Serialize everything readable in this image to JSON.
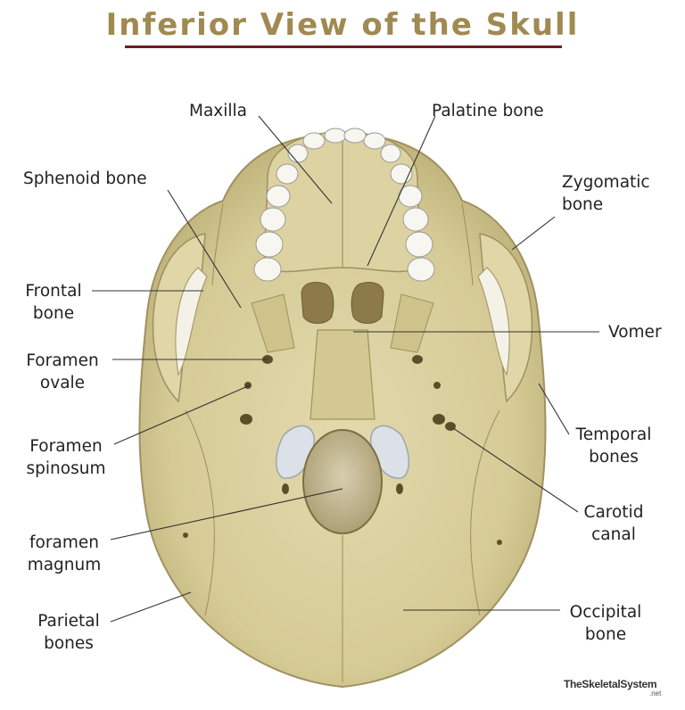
{
  "title": "Inferior View of the Skull",
  "labels": {
    "maxilla": "Maxilla",
    "palatine": "Palatine bone",
    "sphenoid": "Sphenoid bone",
    "zygomatic_1": "Zygomatic",
    "zygomatic_2": "bone",
    "frontal_1": "Frontal",
    "frontal_2": "bone",
    "vomer": "Vomer",
    "foramen_ovale_1": "Foramen",
    "foramen_ovale_2": "ovale",
    "temporal_1": "Temporal",
    "temporal_2": "bones",
    "foramen_spinosum_1": "Foramen",
    "foramen_spinosum_2": "spinosum",
    "carotid_1": "Carotid",
    "carotid_2": "canal",
    "foramen_magnum_1": "foramen",
    "foramen_magnum_2": "magnum",
    "parietal_1": "Parietal",
    "parietal_2": "bones",
    "occipital_1": "Occipital",
    "occipital_2": "bone"
  },
  "credit": {
    "name": "TheSkeletalSystem",
    "tld": ".net"
  },
  "colors": {
    "title": "#a08a52",
    "rule": "#6b1f24",
    "bone": "#d9cf9e",
    "bone_shadow": "#b8ab72",
    "cartilage": "#cfd6dc",
    "leader": "#333333"
  }
}
